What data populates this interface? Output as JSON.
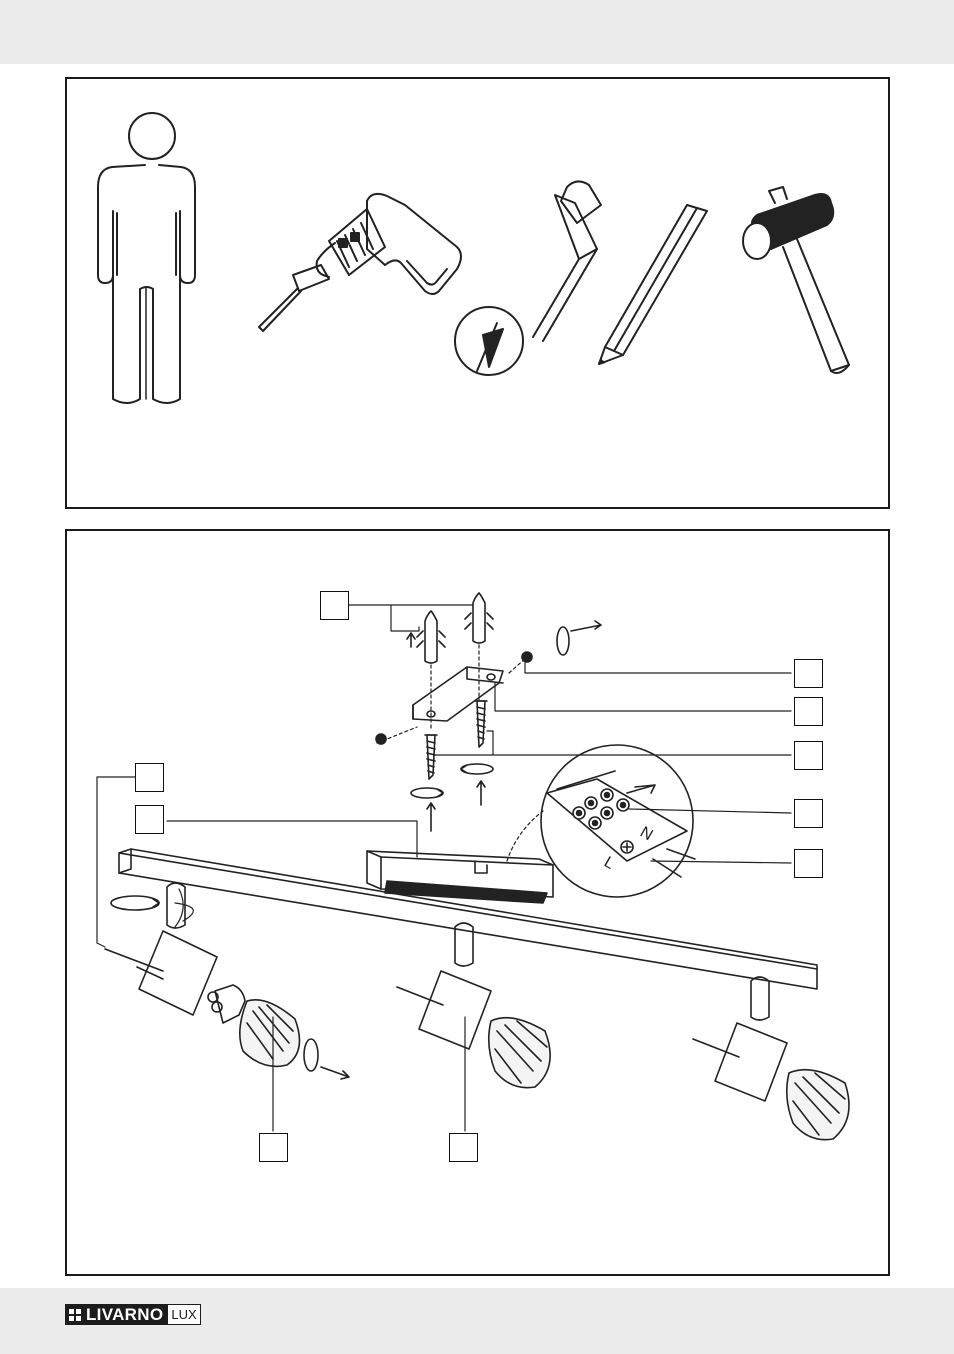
{
  "brand": {
    "name": "LIVARNO",
    "suffix": "LUX"
  },
  "panel_tools": {
    "icons": [
      "person-icon",
      "drill-icon",
      "screwdriver-icon",
      "pencil-icon",
      "hammer-icon"
    ]
  },
  "panel_assembly": {
    "callouts": [
      "callout-dowels",
      "callout-nut",
      "callout-bracket",
      "callout-screws",
      "callout-spot-screw",
      "callout-canopy",
      "callout-terminal",
      "callout-wires",
      "callout-bulb",
      "callout-spot-head"
    ],
    "terminal_labels": {
      "live": "L",
      "neutral": "N"
    }
  }
}
